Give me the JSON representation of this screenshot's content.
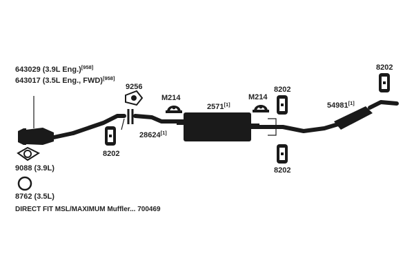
{
  "labels": {
    "cat_converter_39": "643029 (3.9L Eng.)",
    "cat_converter_39_ref": "[958]",
    "cat_converter_35": "643017 (3.5L Eng., FWD)",
    "cat_converter_35_ref": "[958]",
    "gasket_9256": "9256",
    "hanger_8202_left": "8202",
    "pipe_28624": "28624",
    "pipe_28624_ref": "[1]",
    "clamp_left": "M214",
    "muffler": "2571",
    "muffler_ref": "[1]",
    "clamp_right": "M214",
    "hanger_8202_top": "8202",
    "hanger_8202_bottom": "8202",
    "tailpipe": "54981",
    "tailpipe_ref": "[1]",
    "hanger_8202_right": "8202",
    "gasket_9088": "9088 (3.9L)",
    "gasket_8762": "8762 (3.5L)",
    "footer_note": "DIRECT FIT MSL/MAXIMUM Muffler... 700469"
  }
}
